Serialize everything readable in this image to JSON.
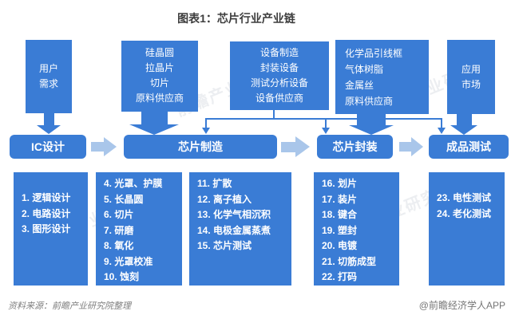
{
  "title": "图表1：芯片行业产业链",
  "boxes": {
    "user_demand": [
      "用户",
      "需求"
    ],
    "wafer_supplier": [
      "硅晶圆",
      "拉晶片",
      "切片",
      "原料供应商"
    ],
    "equipment_supplier": [
      "设备制造",
      "封装设备",
      "测试分析设备",
      "设备供应商"
    ],
    "material_supplier": [
      "化学品引线框",
      "气体树脂",
      "金属丝",
      "原料供应商"
    ],
    "app_market": [
      "应用",
      "市场"
    ]
  },
  "flow": {
    "ic_design": "IC设计",
    "manufacturing": "芯片制造",
    "packaging": "芯片封装",
    "final_test": "成品测试"
  },
  "steps": {
    "design": [
      "1. 逻辑设计",
      "2. 电路设计",
      "3. 图形设计"
    ],
    "manufacturing_front": [
      "4. 光罩、护膜",
      "5. 长晶圆",
      "6. 切片",
      "7. 研磨",
      "8. 氧化",
      "9. 光罩校准",
      "10. 蚀刻"
    ],
    "manufacturing_back": [
      "11. 扩散",
      "12. 离子植入",
      "13. 化学气相沉积",
      "14. 电极金属蒸煮",
      "15. 芯片测试"
    ],
    "packaging": [
      "16. 划片",
      "17. 装片",
      "18. 键合",
      "19. 塑封",
      "20. 电镀",
      "21. 切筋成型",
      "22. 打码"
    ],
    "testing": [
      "23. 电性测试",
      "24. 老化测试"
    ]
  },
  "footer": {
    "source": "资料来源：前瞻产业研究院整理",
    "credit": "@前瞻经济学人APP"
  },
  "watermark": "前瞻产业研究院",
  "colors": {
    "primary_blue": "#3a7cd5",
    "light_arrow_blue": "#a9c6ea",
    "title_text": "#3c3c3c",
    "footer_text": "#7e7e7e"
  }
}
